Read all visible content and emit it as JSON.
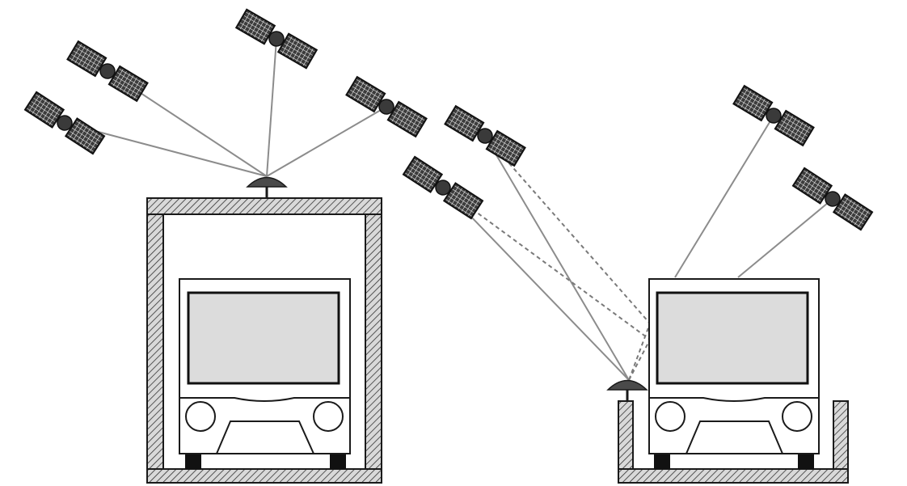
{
  "colors": {
    "background": "#ffffff",
    "stroke": "#1a1a1a",
    "wall_hatch_bg": "#d9d9d9",
    "screen": "#dcdcdc",
    "antenna": "#4a4a4a",
    "direct_signal": "#8c8c8c",
    "reflected_signal": "#7a7a7a",
    "panel_bg": "#4a4a4a",
    "panel_grid": "#ffffff"
  },
  "icons": {
    "satellite": "satellite-icon",
    "antenna": "gnss-antenna-icon",
    "vehicle": "bus-front-icon"
  },
  "scenes": [
    {
      "name": "antenna-on-roof",
      "satellite_count": 4,
      "signal_paths": [
        "direct",
        "direct",
        "direct",
        "direct"
      ]
    },
    {
      "name": "antenna-beside-vehicle",
      "satellite_count": 4,
      "signal_paths": [
        "direct",
        "direct",
        "direct-and-reflected",
        "direct-and-reflected"
      ]
    }
  ]
}
